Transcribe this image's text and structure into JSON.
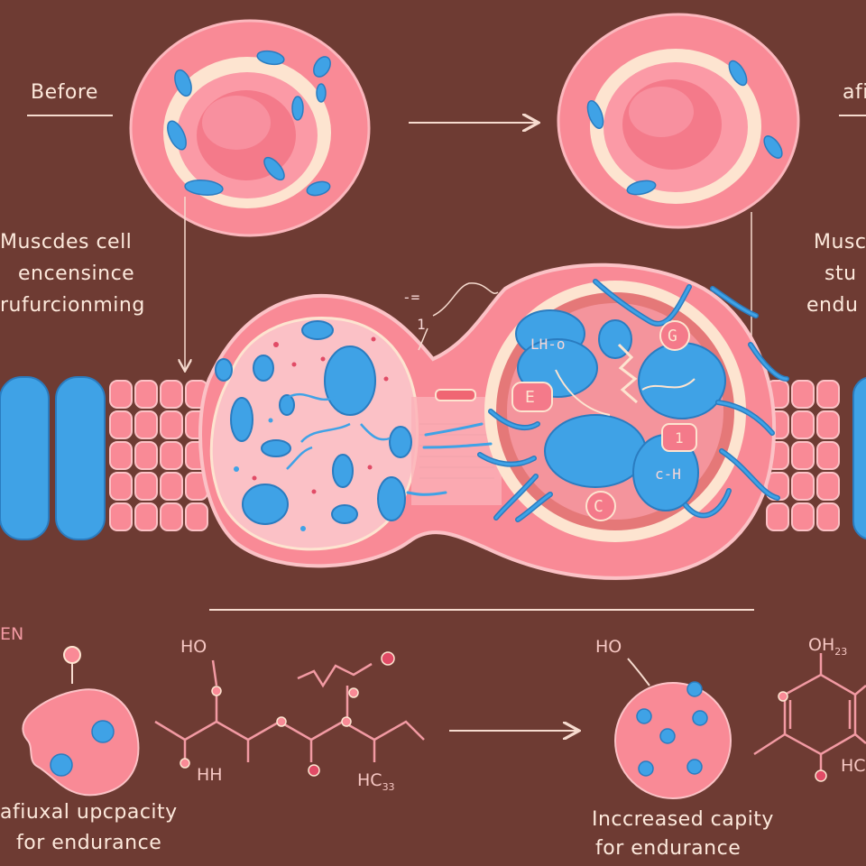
{
  "labels": {
    "before": "Before",
    "after": "afi",
    "left_desc": [
      "Muscdes cell",
      "encensince",
      "rufurcionming"
    ],
    "right_desc": [
      "Musc",
      "stu",
      "endu"
    ],
    "left_mid": "EN",
    "bottom_left": [
      "afiuxal upcpacity",
      "for endurance"
    ],
    "bottom_right": [
      "Inccreased capity",
      "for endurance"
    ]
  },
  "chem_labels": {
    "top_dash": "-=",
    "one": "1",
    "lh": "LH-o",
    "g": "G",
    "e": "E",
    "c": "C",
    "ch": "c-H",
    "ho_left": "HO",
    "hh": "HH",
    "hc3": "HC",
    "hc3_sub": "33",
    "ho_right": "HO",
    "oh23": "OH",
    "oh23_sub": "23",
    "hc_right": "HC"
  },
  "colors": {
    "background": "#6e3b33",
    "cell_pink": "#f98a96",
    "organelle_blue": "#3fa2e6",
    "cream": "#fde4d0",
    "text": "#fde9dc"
  }
}
